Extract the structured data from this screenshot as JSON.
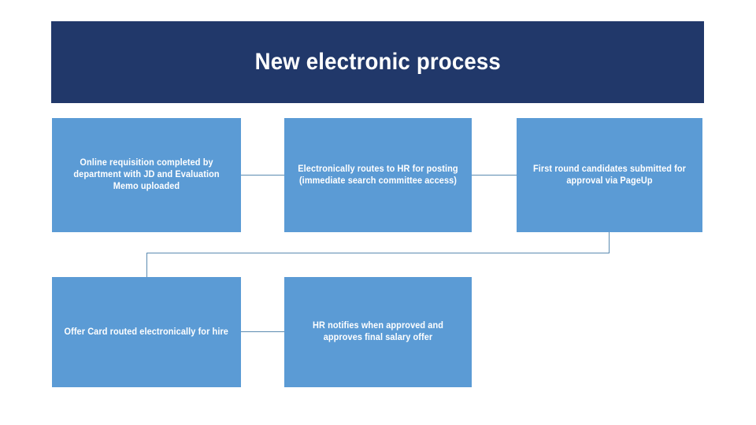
{
  "slide": {
    "title": "New electronic process",
    "background_color": "#ffffff",
    "banner_color": "#21386a",
    "box_color": "#5b9bd5",
    "connector_color": "#5a8ab0",
    "title_color": "#ffffff"
  },
  "diagram_data": {
    "type": "flowchart",
    "orientation": "horizontal-snake",
    "rows": 2,
    "columns": 3,
    "nodes": [
      {
        "id": "n1",
        "row": 1,
        "col": 1,
        "label": "Online requisition completed by department with JD and Evaluation Memo uploaded"
      },
      {
        "id": "n2",
        "row": 1,
        "col": 2,
        "label": "Electronically routes to HR for posting (immediate search committee access)"
      },
      {
        "id": "n3",
        "row": 1,
        "col": 3,
        "label": "First round candidates submitted for approval via PageUp"
      },
      {
        "id": "n4",
        "row": 2,
        "col": 1,
        "label": "Offer Card routed electronically for hire"
      },
      {
        "id": "n5",
        "row": 2,
        "col": 2,
        "label": "HR notifies when approved and approves final salary offer"
      }
    ],
    "edges": [
      {
        "from": "n1",
        "to": "n2",
        "style": "straight-horizontal"
      },
      {
        "from": "n2",
        "to": "n3",
        "style": "straight-horizontal"
      },
      {
        "from": "n3",
        "to": "n4",
        "style": "elbow-wrap"
      },
      {
        "from": "n4",
        "to": "n5",
        "style": "straight-horizontal"
      }
    ]
  }
}
